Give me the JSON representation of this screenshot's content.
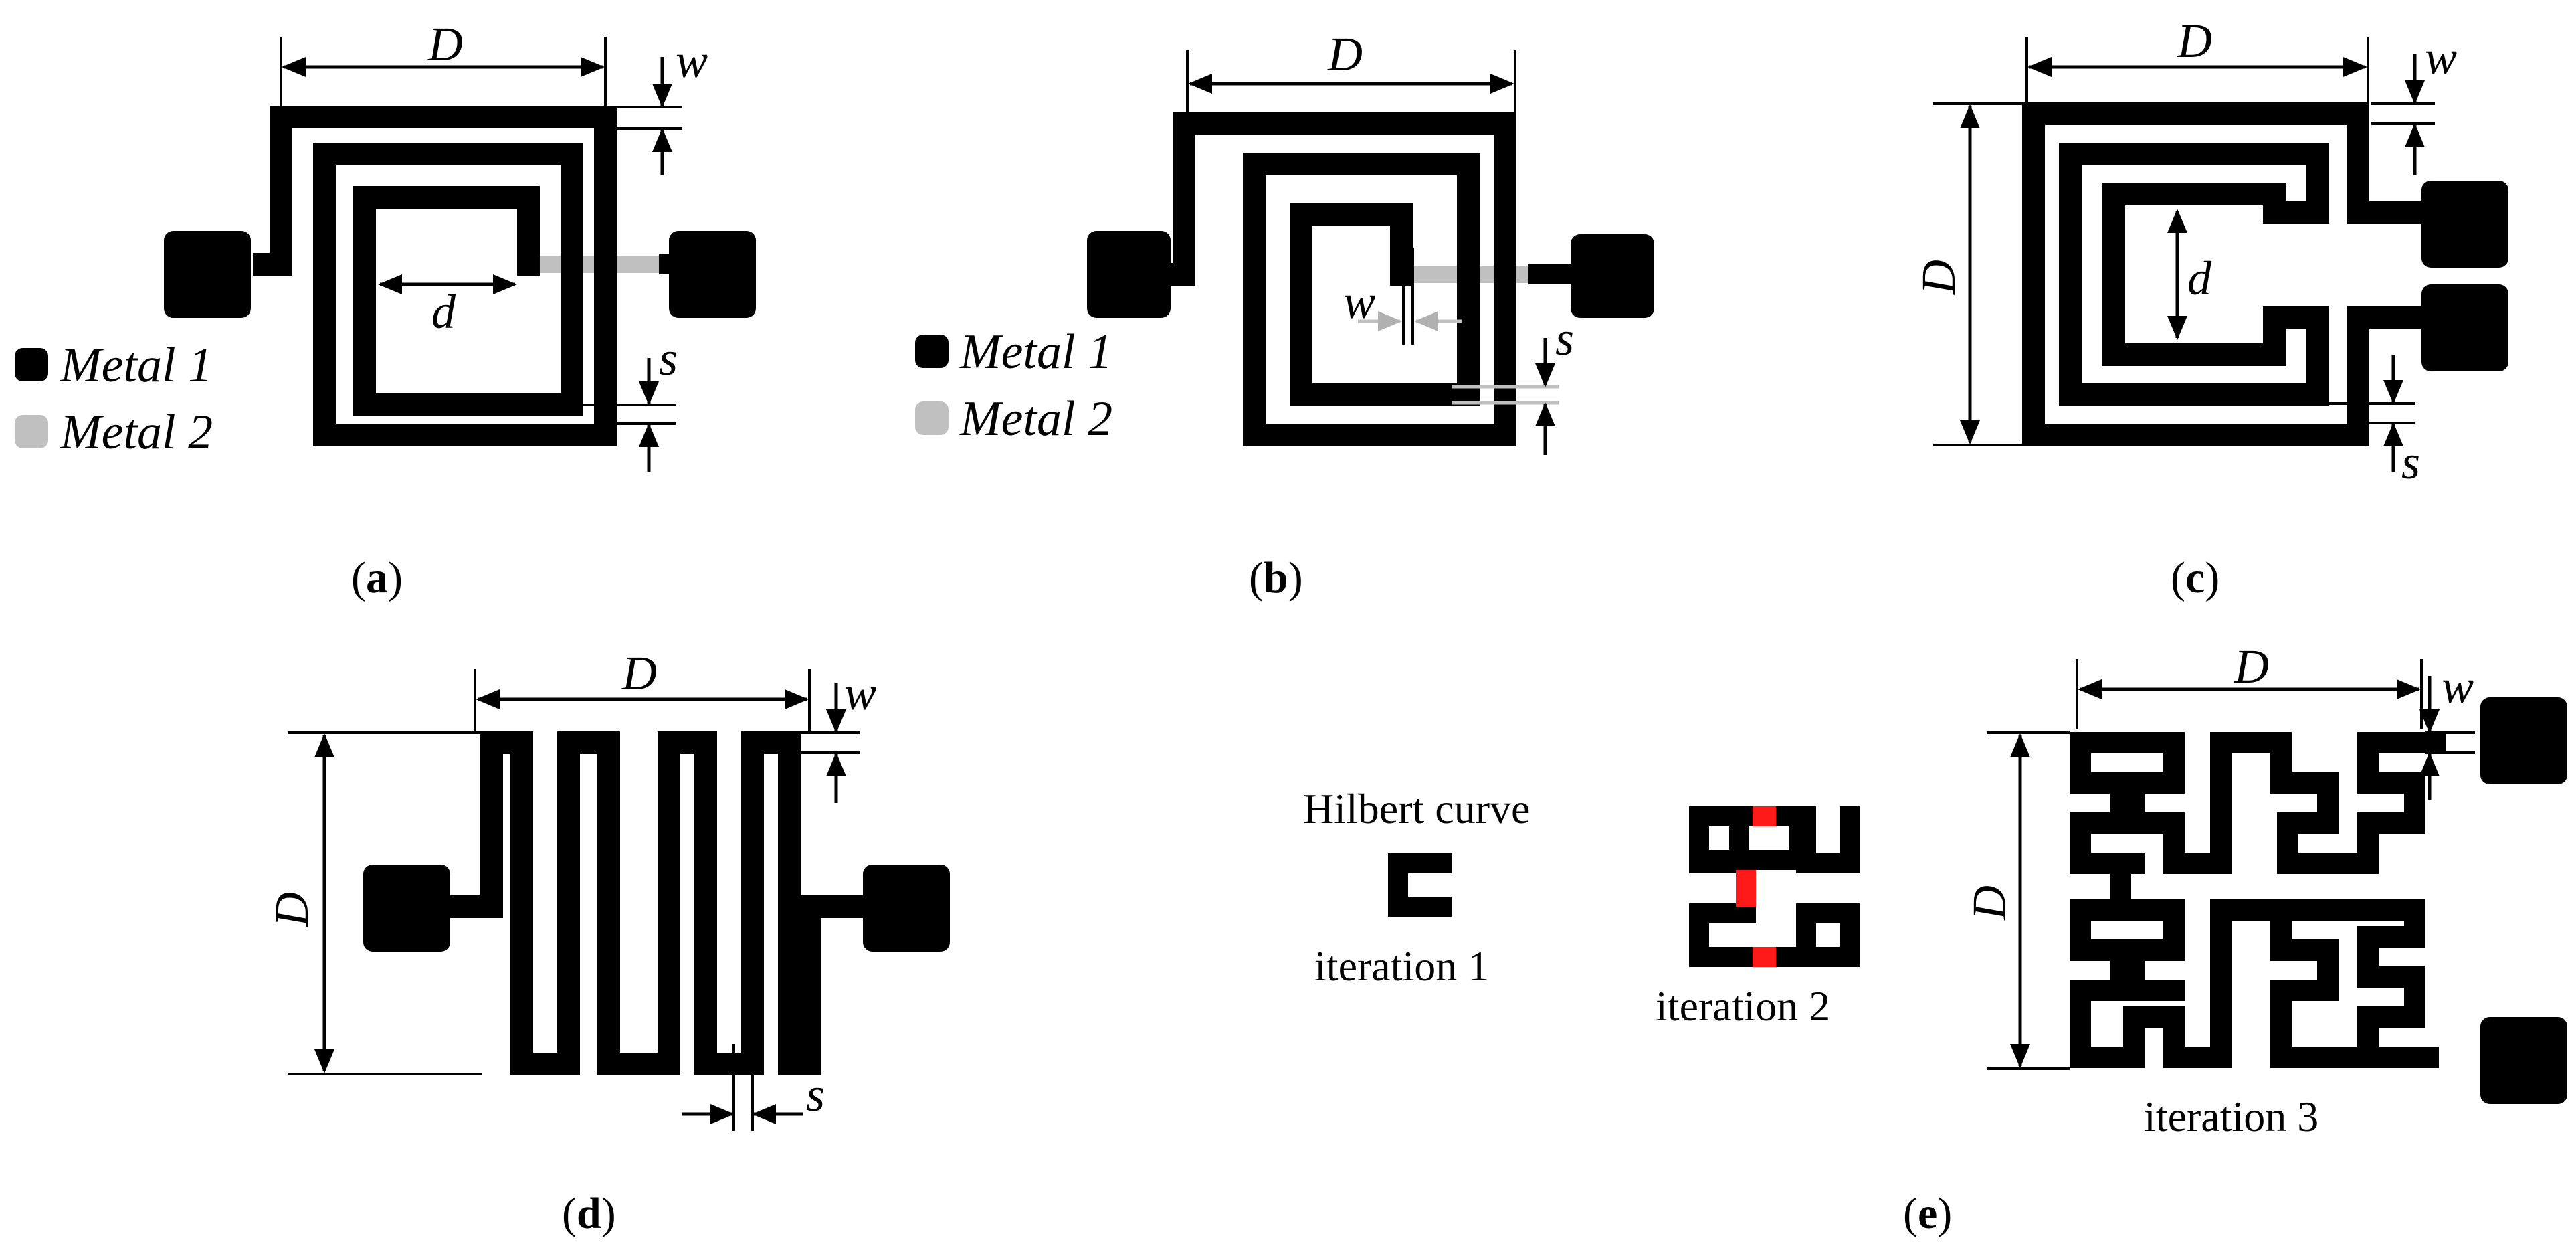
{
  "colors": {
    "metal1": "#000000",
    "metal2": "#c0c0c0",
    "highlight": "#ff1a1a",
    "background": "#ffffff"
  },
  "labels": {
    "D": "D",
    "d": "d",
    "w": "w",
    "s": "s"
  },
  "legend": {
    "metal1": "Metal 1",
    "metal2": "Metal 2"
  },
  "panels": {
    "a": {
      "open": "(",
      "letter": "a",
      "close": ")"
    },
    "b": {
      "open": "(",
      "letter": "b",
      "close": ")"
    },
    "c": {
      "open": "(",
      "letter": "c",
      "close": ")"
    },
    "d": {
      "open": "(",
      "letter": "d",
      "close": ")"
    },
    "e": {
      "open": "(",
      "letter": "e",
      "close": ")"
    }
  },
  "hilbert": {
    "title": "Hilbert curve",
    "iteration1": "iteration 1",
    "iteration2": "iteration 2",
    "iteration3": "iteration 3"
  }
}
